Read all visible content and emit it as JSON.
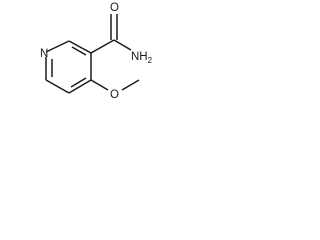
{
  "molecule": {
    "atoms": {
      "ring_n": "N",
      "amide_n": "NH",
      "amide_n_h_count": "2",
      "carbonyl_o": "O",
      "ether_o": "O"
    }
  }
}
